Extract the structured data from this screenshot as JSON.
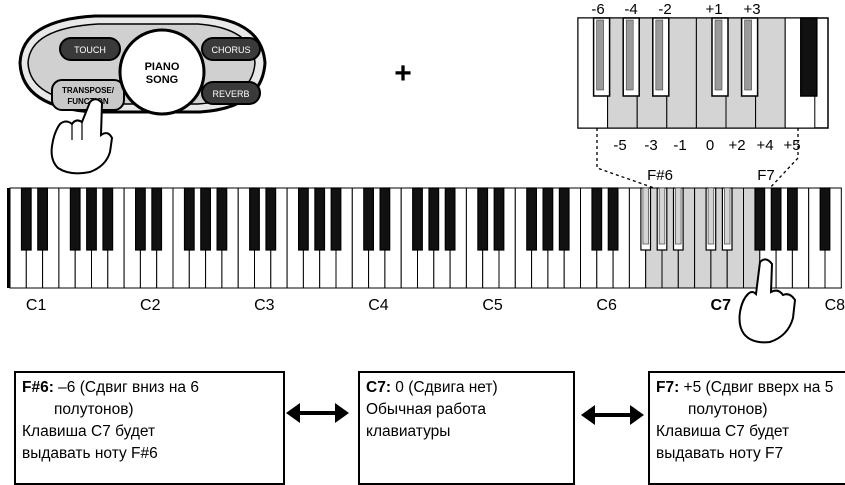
{
  "panel_buttons": {
    "touch": "TOUCH",
    "chorus": "CHORUS",
    "reverb": "REVERB",
    "piano_song_line1": "PIANO",
    "piano_song_line2": "SONG",
    "transpose_line1": "TRANSPOSE/",
    "transpose_line2": "FUNCTION"
  },
  "plus_sign": "+",
  "mini_keyboard": {
    "top_labels": [
      "-6",
      "-4",
      "-2",
      "+1",
      "+3"
    ],
    "bottom_labels": [
      "-5",
      "-3",
      "-1",
      "0",
      "+2",
      "+4",
      "+5"
    ]
  },
  "range_markers": {
    "low": "F#6",
    "high": "F7"
  },
  "octave_labels": [
    "C1",
    "C2",
    "C3",
    "C4",
    "C5",
    "C6",
    "C7",
    "C8"
  ],
  "boxes": {
    "left": {
      "note": "F#6:",
      "line1_rest": " –6 (Сдвиг вниз на 6",
      "line2": "полутонов)",
      "line3": "Клавиша C7 будет",
      "line4": "выдавать ноту F#6"
    },
    "middle": {
      "note": "C7:",
      "line1_rest": " 0 (Сдвига нет)",
      "line2": "Обычная работа",
      "line3": "клавиатуры"
    },
    "right": {
      "note": "F7:",
      "line1_rest": " +5 (Сдвиг вверх на 5",
      "line2": "полутонов)",
      "line3": "Клавиша C7 будет",
      "line4": "выдавать ноту F7"
    }
  },
  "colors": {
    "highlight": "#d4d4d4",
    "ink": "#000000",
    "panel": "#3a3a3a"
  }
}
